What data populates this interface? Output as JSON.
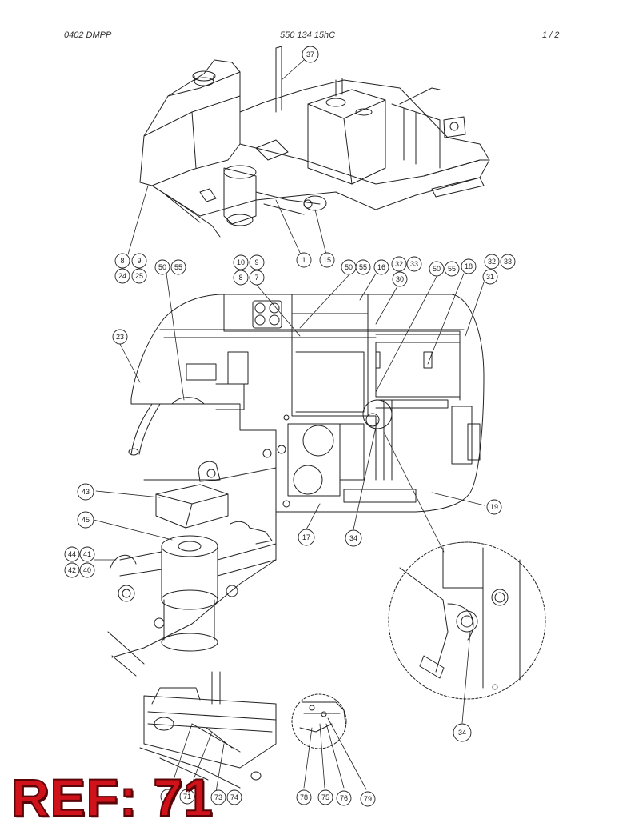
{
  "header": {
    "left": "0402 DMPP",
    "center": "550 134 15hC",
    "right": "1 /  2"
  },
  "ref_label": "REF: 71",
  "callouts": [
    "37",
    "8",
    "9",
    "24",
    "25",
    "50",
    "55",
    "10",
    "9",
    "8",
    "7",
    "1",
    "15",
    "50",
    "55",
    "16",
    "32",
    "33",
    "30",
    "50",
    "55",
    "18",
    "32",
    "33",
    "31",
    "23",
    "19",
    "17",
    "34",
    "43",
    "45",
    "44",
    "41",
    "42",
    "40",
    "34",
    "7",
    "71",
    "73",
    "74",
    "78",
    "75",
    "76",
    "79"
  ]
}
